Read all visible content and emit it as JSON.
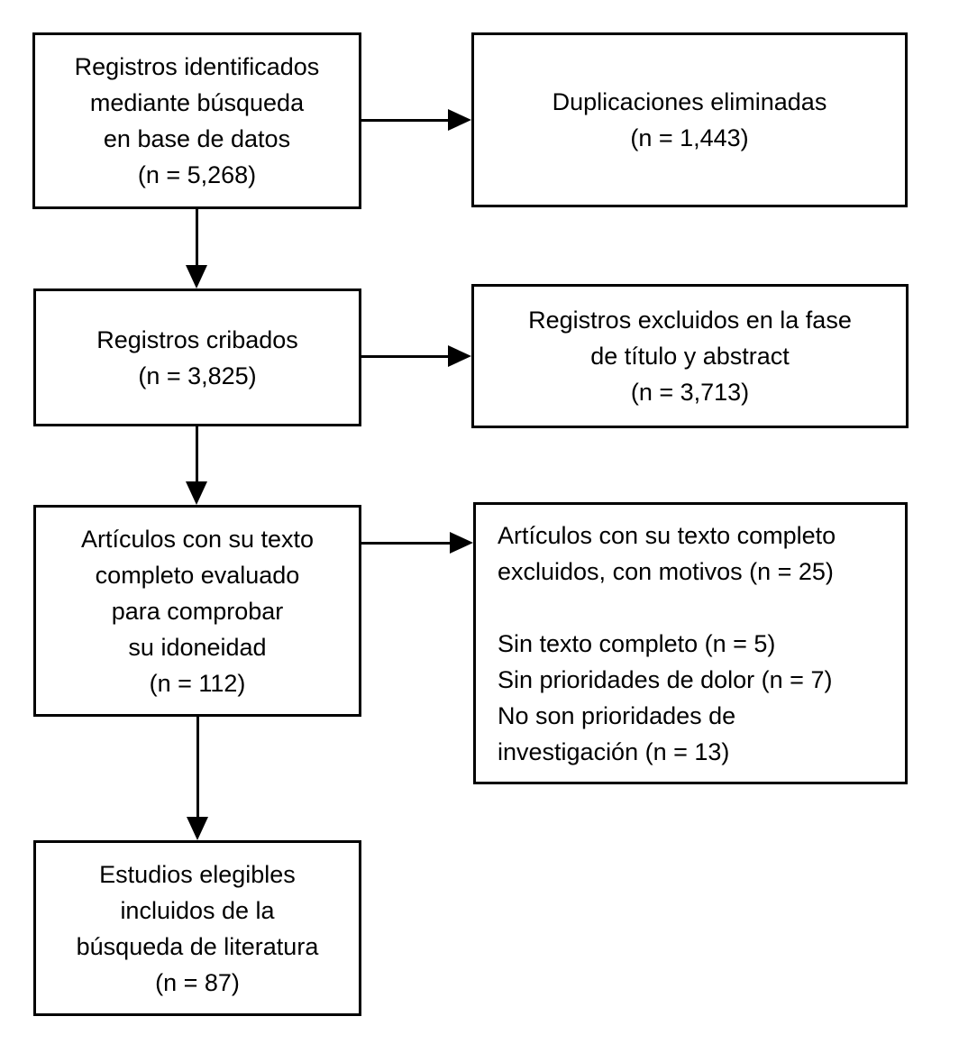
{
  "diagram": {
    "type": "prisma-flowchart",
    "background_color": "#ffffff",
    "box_border_color": "#000000",
    "text_color": "#000000",
    "boxes": [
      {
        "id": "records-identified",
        "n": "5,268",
        "lines": [
          "Registros identificados",
          "mediante búsqueda",
          "en base de datos",
          "(n = 5,268)"
        ]
      },
      {
        "id": "duplicates-removed",
        "n": "1,443",
        "lines": [
          "Duplicaciones eliminadas",
          "(n = 1,443)"
        ]
      },
      {
        "id": "records-screened",
        "n": "3,825",
        "lines": [
          "Registros cribados",
          "(n = 3,825)"
        ]
      },
      {
        "id": "records-excluded-title-abstract",
        "n": "3,713",
        "lines": [
          "Registros excluidos en la fase",
          "de título y abstract",
          "(n = 3,713)"
        ]
      },
      {
        "id": "fulltext-assessed",
        "n": "112",
        "lines": [
          "Artículos con su texto",
          "completo evaluado",
          "para comprobar",
          "su idoneidad",
          "(n = 112)"
        ]
      },
      {
        "id": "fulltext-excluded",
        "n": "25",
        "lines": [
          "Artículos con su texto completo",
          "excluidos, con motivos (n = 25)",
          "",
          "Sin texto completo (n = 5)",
          "Sin prioridades de dolor (n = 7)",
          "No son prioridades de",
          "investigación (n = 13)"
        ]
      },
      {
        "id": "studies-included",
        "n": "87",
        "lines": [
          "Estudios elegibles",
          "incluidos de la",
          "búsqueda de literatura",
          "(n = 87)"
        ]
      }
    ]
  }
}
